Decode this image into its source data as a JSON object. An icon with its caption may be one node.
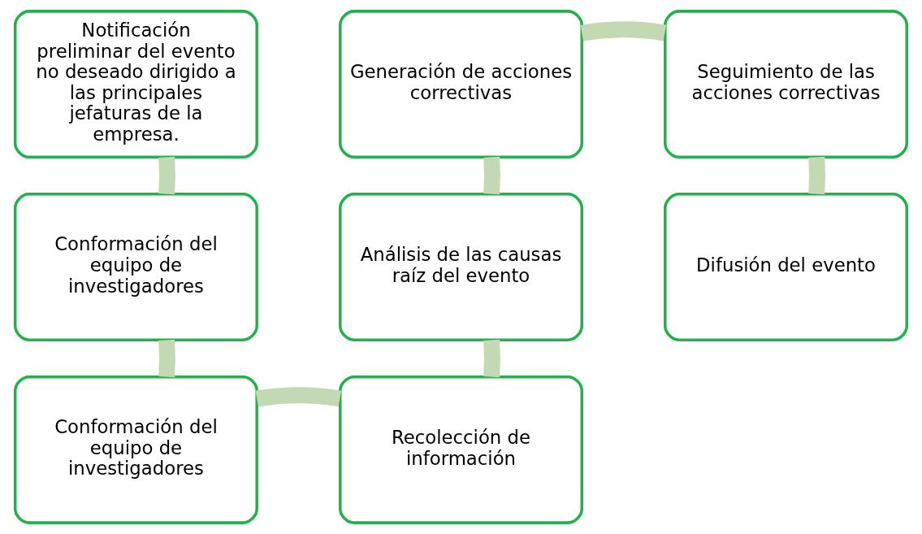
{
  "diagram": {
    "nodes": [
      {
        "text": [
          "Notificación preliminar del evento no deseado dirigido a las principales jefaturas de la empresa."
        ]
      },
      {
        "text": [
          "Conformación del equipo de investigadores"
        ]
      },
      {
        "text": [
          "Conformación del equipo de investigadores"
        ]
      },
      {
        "text": [
          "Recolección de información"
        ]
      },
      {
        "text": [
          "Análisis de las causas raíz del evento"
        ]
      },
      {
        "text": [
          "Generación de acciones correctivas"
        ]
      },
      {
        "text": [
          "Seguimiento de las acciones correctivas"
        ]
      },
      {
        "text": [
          "Difusión del evento"
        ]
      }
    ],
    "edges": [
      {
        "from": 0,
        "to": 1,
        "arrow": "none"
      },
      {
        "from": 1,
        "to": 2,
        "arrow": "none"
      },
      {
        "from": 2,
        "to": 3,
        "arrow": "none"
      },
      {
        "from": 3,
        "to": 4,
        "arrow": "none"
      },
      {
        "from": 4,
        "to": 5,
        "arrow": "none"
      },
      {
        "from": 5,
        "to": 6,
        "arrow": "none"
      },
      {
        "from": 6,
        "to": 7,
        "arrow": "none"
      }
    ]
  }
}
